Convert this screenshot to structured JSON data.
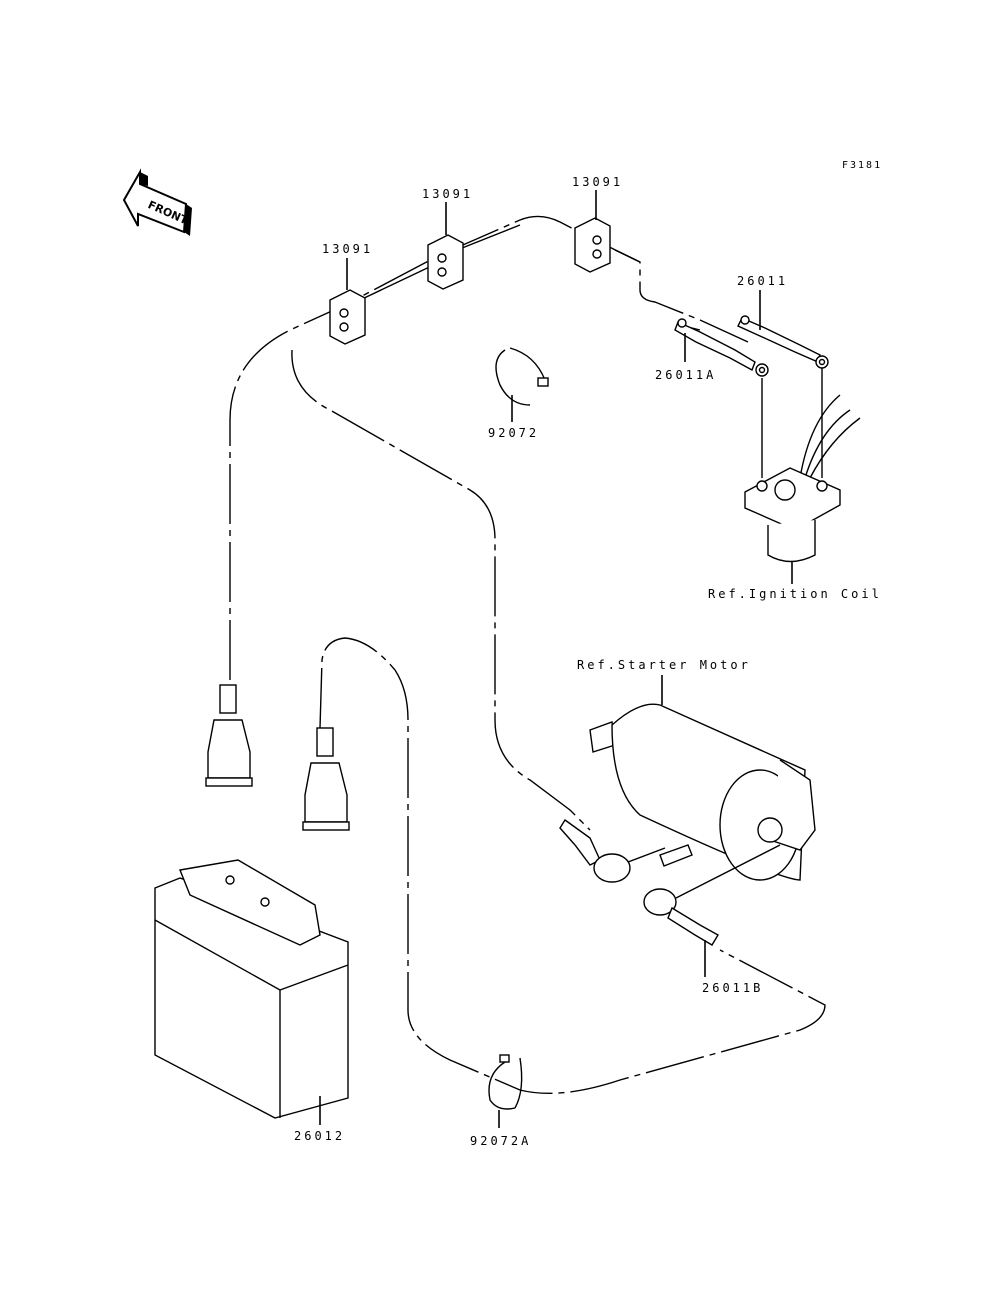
{
  "figure_id": "F3181",
  "front_indicator": "FRONT",
  "parts": {
    "clamp_left": "13091",
    "clamp_middle": "13091",
    "clamp_right": "13091",
    "cable_26011": "26011",
    "cable_26011a": "26011A",
    "cable_26011b": "26011B",
    "band_92072": "92072",
    "band_92072a": "92072A",
    "battery": "26012"
  },
  "references": {
    "ignition_coil": "Ref.Ignition Coil",
    "starter_motor": "Ref.Starter Motor"
  },
  "colors": {
    "ink": "#000000",
    "paper": "#ffffff"
  }
}
